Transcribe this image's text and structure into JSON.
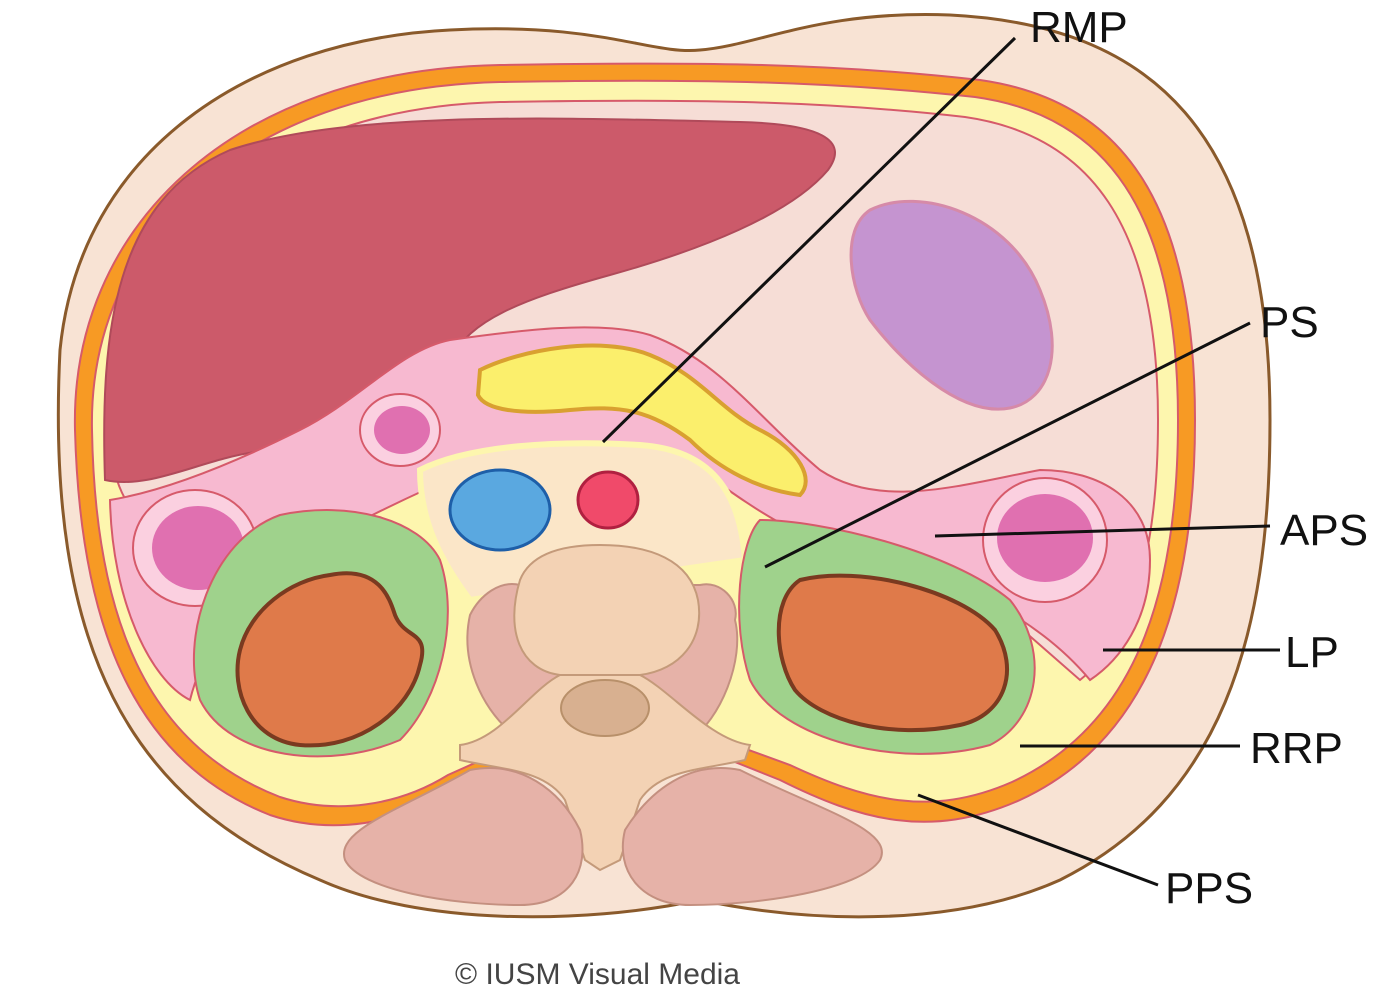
{
  "labels": {
    "rmp": "RMP",
    "ps": "PS",
    "aps": "APS",
    "lp": "LP",
    "rrp": "RRP",
    "pps": "PPS"
  },
  "credit": "© IUSM Visual Media",
  "colors": {
    "skin_outline": "#8a5a2b",
    "subcutaneous": "#f8e3d4",
    "muscle_band": "#f79a24",
    "fascia_yellow": "#fdf6ae",
    "peritoneum_line": "#d65a6a",
    "cavity": "#f6ddd6",
    "liver": "#cc5a6a",
    "spleen": "#c594d0",
    "pancreas": "#fbef6c",
    "anterior_pararenal": "#f7b9d0",
    "perirenal": "#9fd28c",
    "kidney": "#df7a4a",
    "ivc": "#5aa8e0",
    "aorta": "#f04a6a",
    "vertebra": "#f3d2b4",
    "back_muscle": "#e6b2a8"
  }
}
